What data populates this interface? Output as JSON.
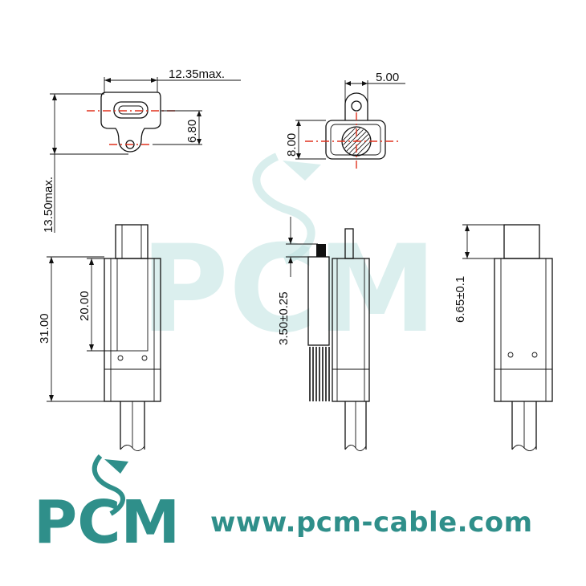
{
  "watermark": {
    "text": "PCM"
  },
  "logo": {
    "text": "PCM",
    "accent": "#2f8f8a"
  },
  "website": "www.pcm-cable.com",
  "dimensions": {
    "top_width": "12.35max.",
    "top_height_left": "13.50max.",
    "top_opening": "6.80",
    "right_top_width": "5.00",
    "right_top_height": "8.00",
    "body_length": "31.00",
    "insert_length": "20.00",
    "pin_length": "3.50±0.25",
    "tip_length": "6.65±0.1"
  },
  "colors": {
    "centerline": "#e0321e",
    "watermark": "#bfe3e1"
  }
}
